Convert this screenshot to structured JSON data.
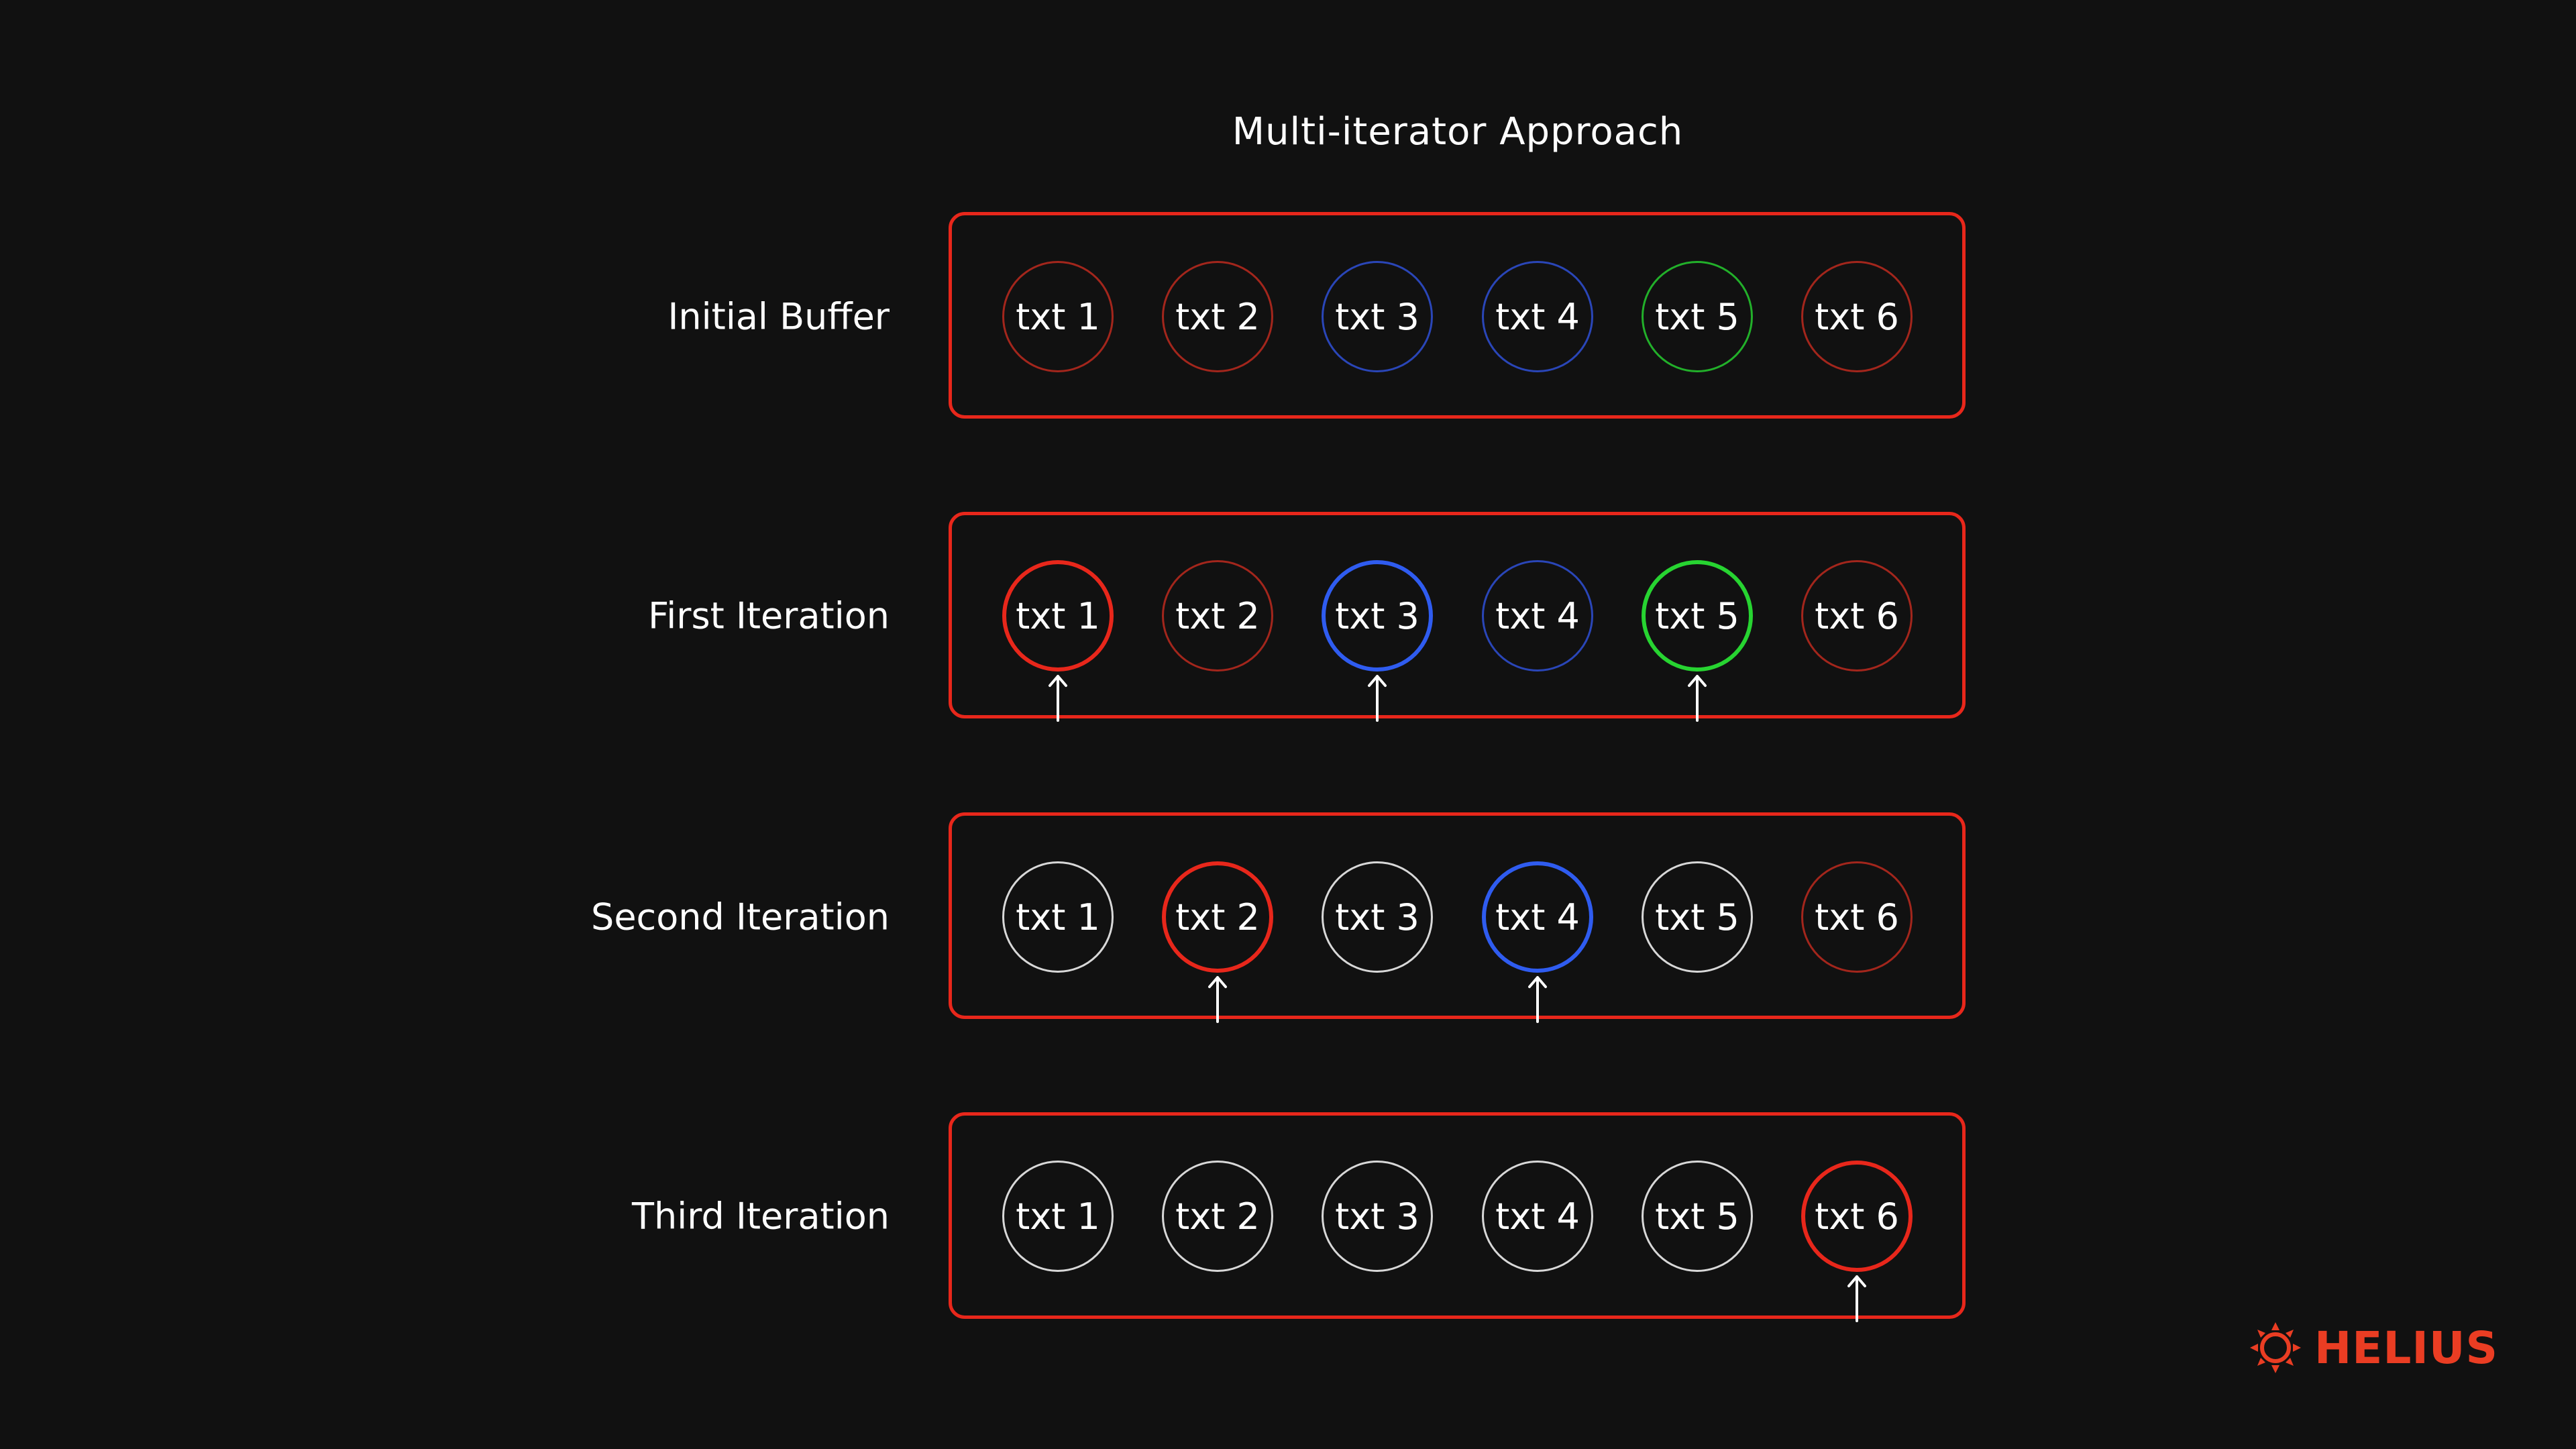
{
  "title": "Multi-iterator Approach",
  "colors": {
    "background": "#111111",
    "buffer_border": "#e8271b",
    "red": "#e8271b",
    "red_dim": "#a3261c",
    "blue": "#2f5cf0",
    "blue_dim": "#2a46b8",
    "green": "#27d431",
    "green_dim": "#22b02a",
    "white": "#d8d8d8",
    "logo": "#ea3d23"
  },
  "rows": [
    {
      "label": "Initial Buffer",
      "nodes": [
        {
          "text": "txt 1",
          "color": "red",
          "active": false
        },
        {
          "text": "txt 2",
          "color": "red",
          "active": false
        },
        {
          "text": "txt 3",
          "color": "blue",
          "active": false
        },
        {
          "text": "txt 4",
          "color": "blue",
          "active": false
        },
        {
          "text": "txt 5",
          "color": "green",
          "active": false
        },
        {
          "text": "txt 6",
          "color": "red",
          "active": false
        }
      ]
    },
    {
      "label": "First Iteration",
      "nodes": [
        {
          "text": "txt 1",
          "color": "red",
          "active": true
        },
        {
          "text": "txt 2",
          "color": "red",
          "active": false
        },
        {
          "text": "txt 3",
          "color": "blue",
          "active": true
        },
        {
          "text": "txt 4",
          "color": "blue",
          "active": false
        },
        {
          "text": "txt 5",
          "color": "green",
          "active": true
        },
        {
          "text": "txt 6",
          "color": "red",
          "active": false
        }
      ]
    },
    {
      "label": "Second Iteration",
      "nodes": [
        {
          "text": "txt 1",
          "color": "white",
          "active": false
        },
        {
          "text": "txt 2",
          "color": "red",
          "active": true
        },
        {
          "text": "txt 3",
          "color": "white",
          "active": false
        },
        {
          "text": "txt 4",
          "color": "blue",
          "active": true
        },
        {
          "text": "txt 5",
          "color": "white",
          "active": false
        },
        {
          "text": "txt 6",
          "color": "red",
          "active": false
        }
      ]
    },
    {
      "label": "Third Iteration",
      "nodes": [
        {
          "text": "txt 1",
          "color": "white",
          "active": false
        },
        {
          "text": "txt 2",
          "color": "white",
          "active": false
        },
        {
          "text": "txt 3",
          "color": "white",
          "active": false
        },
        {
          "text": "txt 4",
          "color": "white",
          "active": false
        },
        {
          "text": "txt 5",
          "color": "white",
          "active": false
        },
        {
          "text": "txt 6",
          "color": "red",
          "active": true
        }
      ]
    }
  ],
  "logo": {
    "text": "HELIUS",
    "icon": "helius-sun-icon"
  }
}
